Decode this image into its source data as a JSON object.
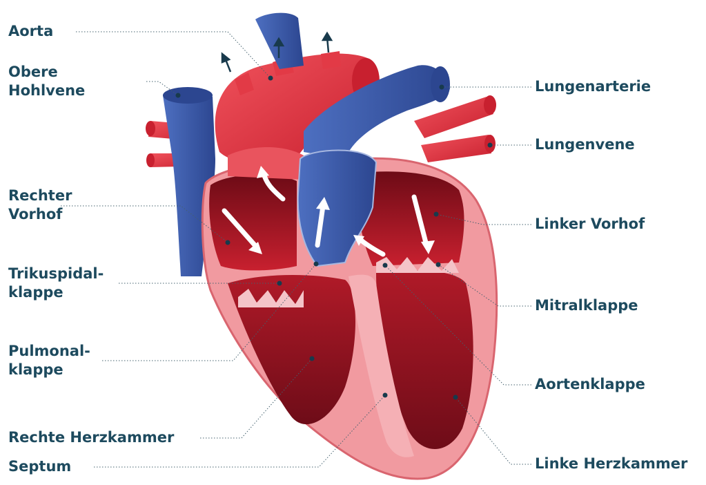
{
  "colors": {
    "label_text": "#1d4a5e",
    "leader": "#44616e",
    "artery_red": "#e23a46",
    "vein_blue": "#3c5dae",
    "muscle_pink": "#f19aa0",
    "chamber_dark": "#8e1421"
  },
  "labels": {
    "aorta": "Aorta",
    "obere_hohlvene": "Obere\nHohlvene",
    "rechter_vorhof": "Rechter\nVorhof",
    "trikuspidalklappe": "Trikuspidal-\nklappe",
    "pulmonalklappe": "Pulmonal-\nklappe",
    "rechte_herzkammer": "Rechte Herzkammer",
    "septum": "Septum",
    "lungenarterie": "Lungenarterie",
    "lungenvene": "Lungenvene",
    "linker_vorhof": "Linker Vorhof",
    "mitralklappe": "Mitralklappe",
    "aortenklappe": "Aortenklappe",
    "linke_herzkammer": "Linke Herzkammer"
  }
}
